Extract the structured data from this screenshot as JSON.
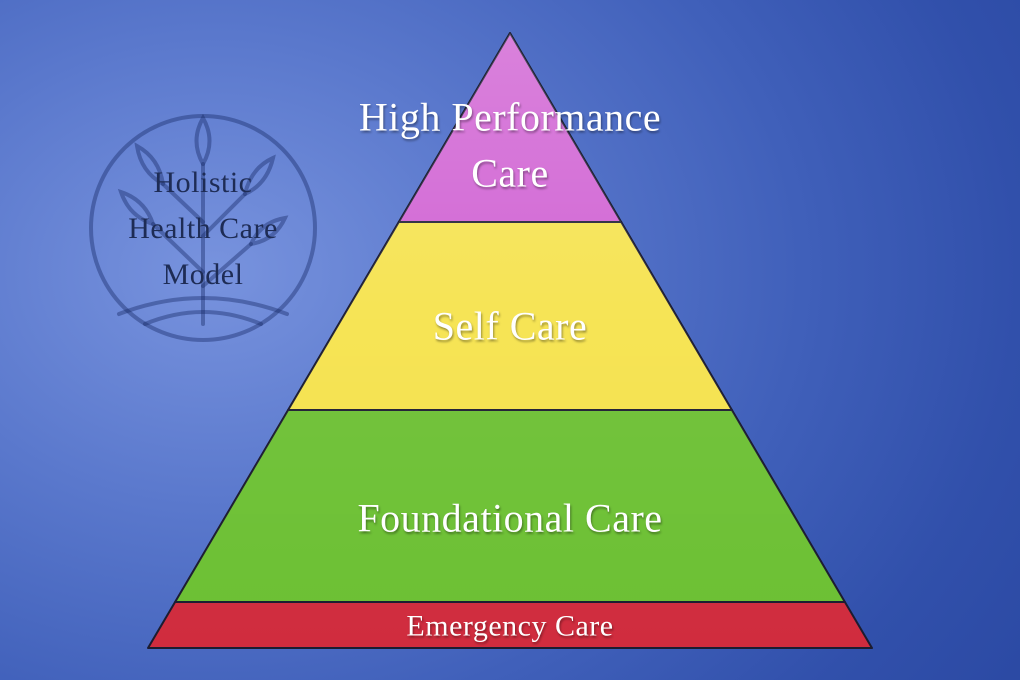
{
  "slide": {
    "title": "Holistic Health Care Model",
    "title_lines": [
      "Holistic",
      "Health Care",
      "Model"
    ],
    "watermark": "tree-in-circle-icon",
    "background_colors": {
      "inner": "#7893de",
      "outer": "#2b49a3"
    },
    "title_color": "#1e2c55",
    "label_color": "#ffffff"
  },
  "chart_data": {
    "type": "pyramid",
    "title": "Holistic Health Care Model",
    "levels": [
      {
        "rank": 1,
        "label": "High Performance Care",
        "line1": "High Performance",
        "line2": "Care",
        "color": "#cf5ed2",
        "border": "#1c1c30"
      },
      {
        "rank": 2,
        "label": "Self Care",
        "line1": "Self Care",
        "color": "#f5e24b",
        "border": "#1c1c30"
      },
      {
        "rank": 3,
        "label": "Foundational Care",
        "line1": "Foundational Care",
        "color": "#6cc033",
        "border": "#1c1c30"
      },
      {
        "rank": 4,
        "label": "Emergency Care",
        "line1": "Emergency Care",
        "color": "#d02c3e",
        "border": "#1c1c30"
      }
    ]
  }
}
